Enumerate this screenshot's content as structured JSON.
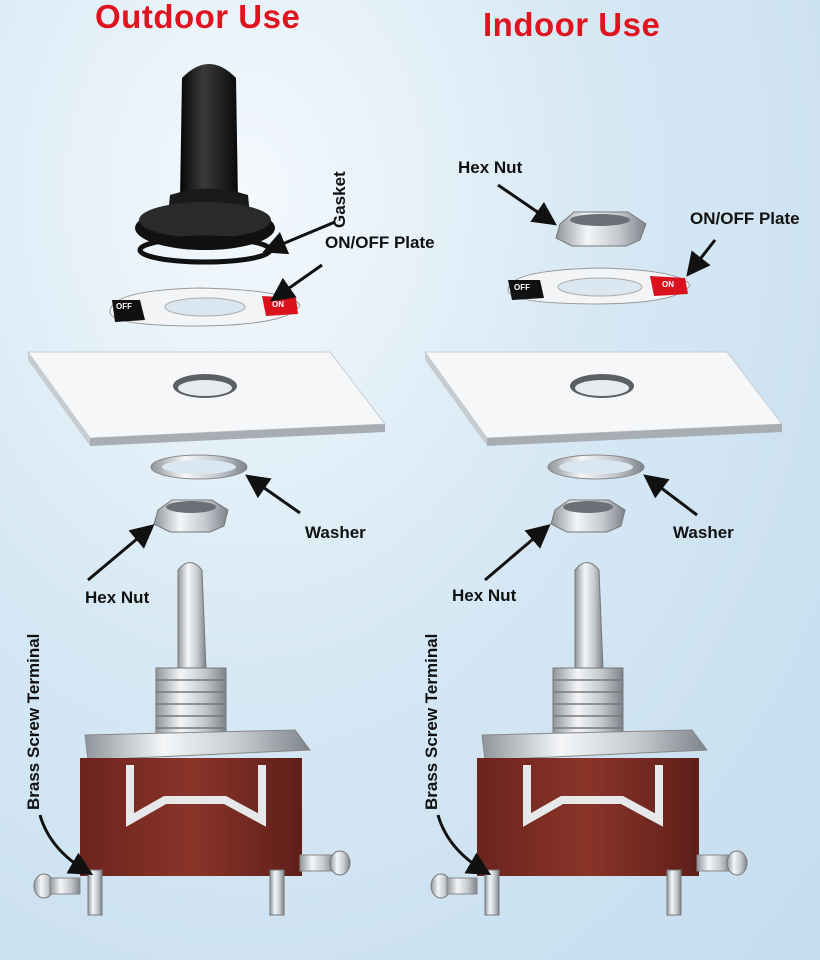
{
  "titles": {
    "outdoor": "Outdoor Use",
    "indoor": "Indoor Use"
  },
  "outdoor": {
    "gasket": "Gasket",
    "onoff_plate": "ON/OFF Plate",
    "washer": "Washer",
    "hex_nut": "Hex Nut",
    "brass_terminal": "Brass Screw Terminal"
  },
  "indoor": {
    "hex_nut_top": "Hex Nut",
    "onoff_plate": "ON/OFF Plate",
    "washer": "Washer",
    "hex_nut": "Hex Nut",
    "brass_terminal": "Brass Screw Terminal"
  },
  "plate_text": {
    "off": "OFF",
    "on": "ON"
  },
  "colors": {
    "title": "#e0141e",
    "body": "#7a2a22",
    "boot": "#111111"
  }
}
